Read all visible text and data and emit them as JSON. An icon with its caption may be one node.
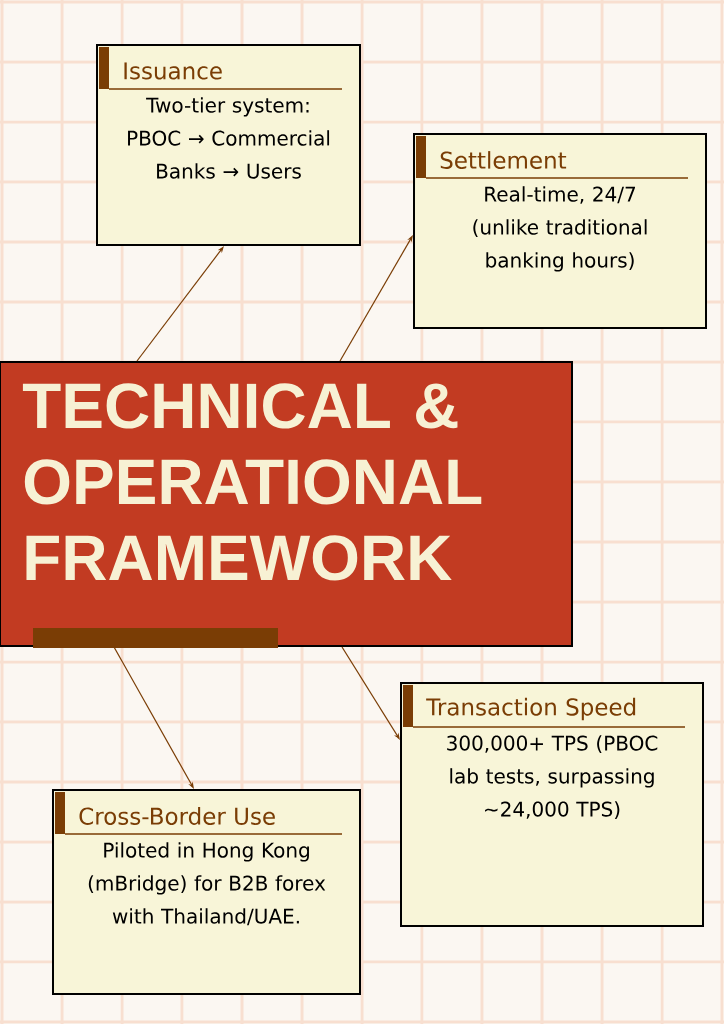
{
  "diagram": {
    "nodes": [
      {
        "text": [
          "TECHNICAL & OPERATIONAL FRAMEWORK"
        ]
      },
      {
        "text": [
          "Issuance",
          "Two-tier system: PBOC → Commercial Banks → Users"
        ]
      },
      {
        "text": [
          "Settlement",
          "Real-time, 24/7 (unlike traditional banking hours)"
        ]
      },
      {
        "text": [
          "Transaction Speed",
          "300,000+ TPS (PBOC lab tests, surpassing ~24,000 TPS)"
        ]
      },
      {
        "text": [
          "Cross-Border Use",
          "Piloted in Hong Kong (mBridge) for B2B forex with Thailand/UAE."
        ]
      }
    ],
    "edges": [
      {
        "from": 0,
        "to": 1,
        "arrow": "to"
      },
      {
        "from": 0,
        "to": 2,
        "arrow": "to"
      },
      {
        "from": 0,
        "to": 3,
        "arrow": "to"
      },
      {
        "from": 0,
        "to": 4,
        "arrow": "to"
      }
    ]
  }
}
